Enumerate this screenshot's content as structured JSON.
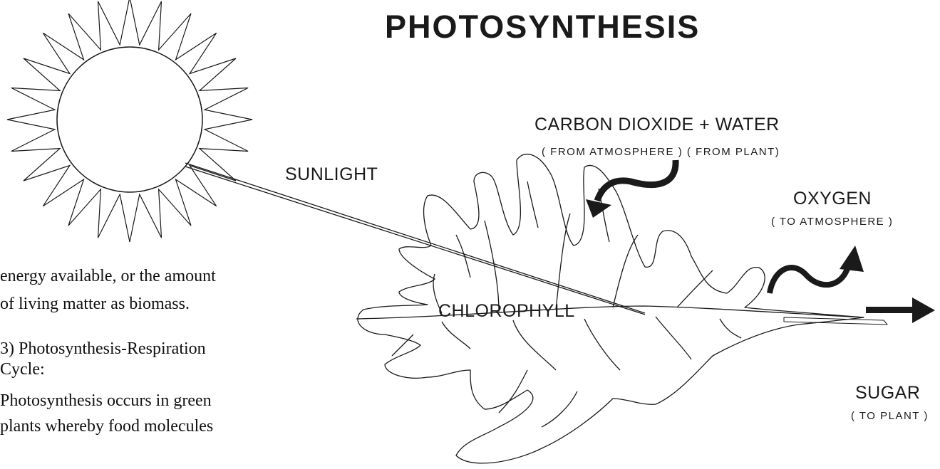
{
  "diagram": {
    "title": "PHOTOSYNTHESIS",
    "labels": {
      "sunlight": "SUNLIGHT",
      "inputs": "CARBON DIOXIDE + WATER",
      "inputs_sources": "( FROM ATMOSPHERE )  ( FROM PLANT)",
      "oxygen": "OXYGEN",
      "oxygen_dest": "( TO ATMOSPHERE )",
      "chlorophyll": "CHLOROPHYLL",
      "sugar": "SUGAR",
      "sugar_dest": "( TO PLANT )"
    }
  },
  "text": {
    "line1": "energy available, or the amount",
    "line2": "of living matter as biomass.",
    "heading_line1": "3)  Photosynthesis-Respiration",
    "heading_line2": "Cycle:",
    "body_line1": "Photosynthesis occurs in green",
    "body_line2": "plants whereby food molecules"
  },
  "colors": {
    "ink": "#1a1a1a",
    "background": "#ffffff"
  }
}
